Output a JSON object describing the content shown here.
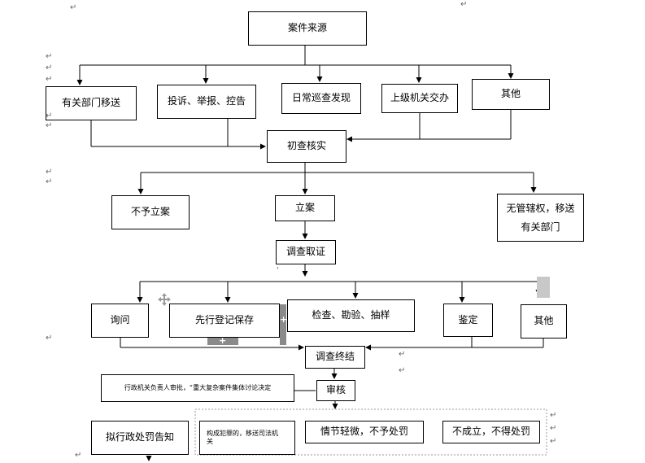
{
  "nodes": {
    "source": "案件来源",
    "transfer": "有关部门移送",
    "complaint": "投诉、举报、控告",
    "patrol": "日常巡查发现",
    "superior": "上级机关交办",
    "other_source": "其他",
    "initial_check": "初查核实",
    "no_case": "不予立案",
    "file_case": "立案",
    "no_jurisdiction": "无管辖权，移送有关部门",
    "investigate": "调查取证",
    "inquiry": "询问",
    "preserve": "先行登记保存",
    "inspect": "检查、勘验、抽样",
    "appraisal": "鉴定",
    "other_evidence": "其他",
    "end_investigation": "调查终结",
    "approval_note": "行政机关负责人审批，“重大复杂案件集体讨论决定",
    "review": "审核",
    "penalty_notice": "拟行政处罚告知",
    "crime_transfer": "构成犯罪的，移送司法机关",
    "minor_no_penalty": "情节轻微，不予处罚",
    "not_established": "不成立，不得处罚"
  },
  "marks": {
    "para": "↵",
    "quote": "'",
    "plus": "+"
  }
}
